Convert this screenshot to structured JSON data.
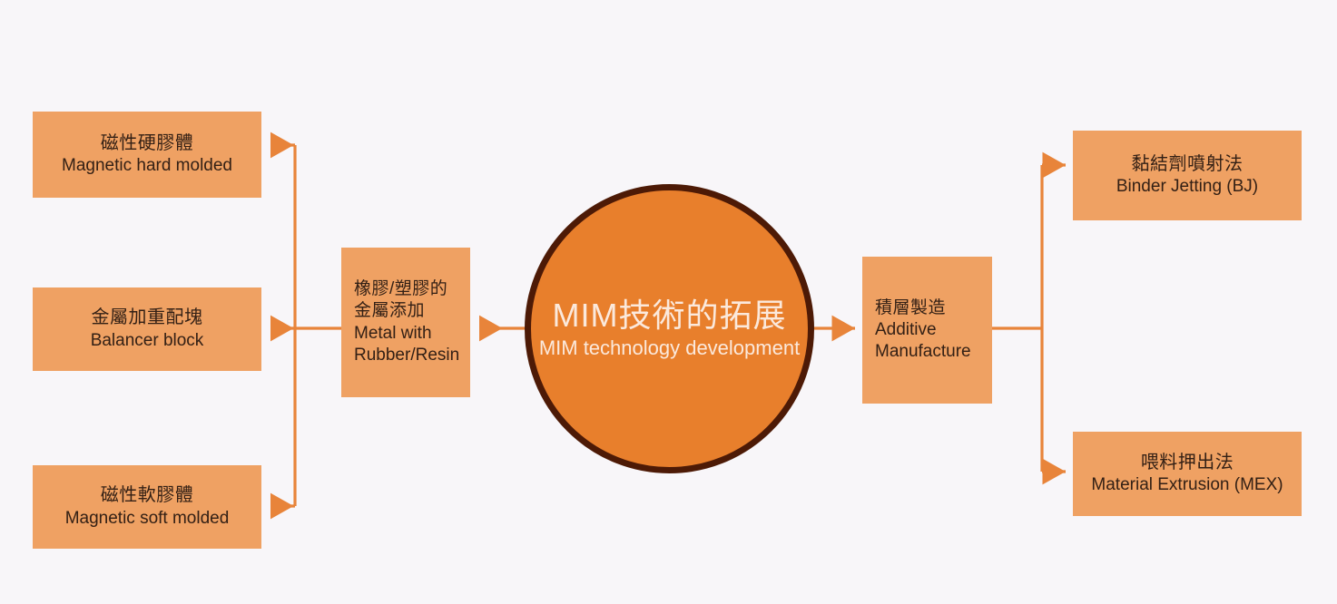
{
  "diagram": {
    "title_cn": "MIM技術的拓展",
    "title_en": "MIM technology development",
    "background_color": "#f8f6f9",
    "hub_fill": "#e87f2c",
    "hub_border": "#4d1a06",
    "hub_text_color": "#fbe9dc",
    "node_fill": "#efa163",
    "node_text_color": "#332015",
    "connector_color": "#e8843a"
  },
  "hub": {
    "label_cn": "MIM技術的拓展",
    "label_en": "MIM technology development"
  },
  "left_branch": {
    "intermediate": {
      "label_cn_line1": "橡膠/塑膠的",
      "label_cn_line2": "金屬添加",
      "label_en_line1": "Metal with",
      "label_en_line2": "Rubber/Resin"
    },
    "nodes": [
      {
        "label_cn": "磁性硬膠體",
        "label_en": "Magnetic hard molded"
      },
      {
        "label_cn": "金屬加重配塊",
        "label_en": "Balancer block"
      },
      {
        "label_cn": "磁性軟膠體",
        "label_en": "Magnetic soft molded"
      }
    ]
  },
  "right_branch": {
    "intermediate": {
      "label_cn": "積層製造",
      "label_en_line1": "Additive",
      "label_en_line2": "Manufacture"
    },
    "nodes": [
      {
        "label_cn": "黏結劑噴射法",
        "label_en": "Binder Jetting (BJ)"
      },
      {
        "label_cn": "喂料押出法",
        "label_en": "Material Extrusion (MEX)"
      }
    ]
  }
}
